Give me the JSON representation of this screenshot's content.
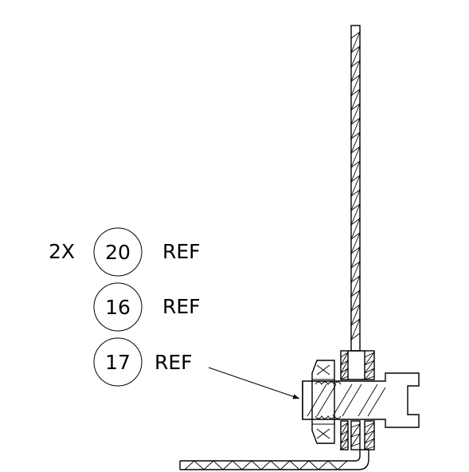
{
  "callouts": [
    {
      "prefix": "2X",
      "number": "20",
      "suffix": "REF"
    },
    {
      "prefix": "",
      "number": "16",
      "suffix": "REF"
    },
    {
      "prefix": "",
      "number": "17",
      "suffix": "REF"
    }
  ]
}
